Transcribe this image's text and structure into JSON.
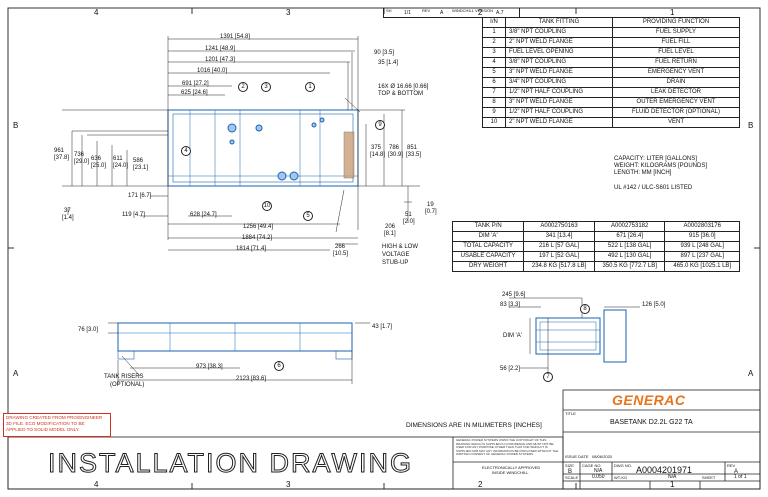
{
  "zones": {
    "top": [
      "4",
      "3",
      "2",
      "1"
    ],
    "bottom": [
      "4",
      "3",
      "2",
      "1"
    ],
    "left": [
      "B",
      "A"
    ],
    "right": [
      "B",
      "A"
    ]
  },
  "header": {
    "sh": "SH",
    "sh_val": "1/1",
    "rev": "REV",
    "rev_val": "A",
    "windchill": "WINDCHILL VERSION",
    "windchill_val": "A.7"
  },
  "bom": {
    "headers": [
      "I/N",
      "TANK FITTING",
      "PROVIDING FUNCTION"
    ],
    "rows": [
      [
        "1",
        "3/8\" NPT COUPLING",
        "FUEL SUPPLY"
      ],
      [
        "2",
        "2\" NPT WELD FLANGE",
        "FUEL FILL"
      ],
      [
        "3",
        "FUEL LEVEL OPENING",
        "FUEL LEVEL"
      ],
      [
        "4",
        "3/8\" NPT COUPLING",
        "FUEL RETURN"
      ],
      [
        "5",
        "3\" NPT WELD FLANGE",
        "EMERGENCY VENT"
      ],
      [
        "6",
        "3/4\" NPT COUPLING",
        "DRAIN"
      ],
      [
        "7",
        "1/2\" NPT HALF COUPLING",
        "LEAK DETECTOR"
      ],
      [
        "8",
        "3\" NPT WELD FLANGE",
        "OUTER EMERGENCY VENT"
      ],
      [
        "9",
        "1/2\" NPT HALF COUPLING",
        "FLUID DETECTOR (OPTIONAL)"
      ],
      [
        "10",
        "2\" NPT WELD FLANGE",
        "VENT"
      ]
    ]
  },
  "notes": {
    "capacity": "CAPACITY: LITER [GALLONS]",
    "weight": "WEIGHT: KILOGRAMS [POUNDS]",
    "length": "LENGTH: MM [INCH]",
    "ul": "UL #142 / ULC-S601 LISTED"
  },
  "part_table": {
    "header": [
      "TANK P/N",
      "A0002750163",
      "A0002753182",
      "A0002803176"
    ],
    "rows": [
      [
        "DIM 'A'",
        "341 [13.4]",
        "671 [26.4]",
        "915 [36.0]"
      ],
      [
        "TOTAL CAPACITY",
        "216 L [57 GAL]",
        "522 L [138 GAL]",
        "939 L [248 GAL]"
      ],
      [
        "USABLE CAPACITY",
        "197 L [52 GAL]",
        "492 L [130 GAL]",
        "897 L [237 GAL]"
      ],
      [
        "DRY WEIGHT",
        "234.8 KG [517.8 LB]",
        "350.5 KG [772.7 LB]",
        "465.0 KG [1025.1 LB]"
      ]
    ]
  },
  "dims": {
    "d1391": "1391 [54.8]",
    "d1241": "1241 [48.9]",
    "d1201": "1201 [47.3]",
    "d1016": "1016 [40.0]",
    "d691": "691 [27.2]",
    "d625": "625 [24.6]",
    "d90": "90 [3.5]",
    "d35": "35 [1.4]",
    "holes": "16X Ø 16.66 [0.66]",
    "holes2": "TOP & BOTTOM",
    "d961": "961",
    "d961b": "[37.8]",
    "d736": "736",
    "d736b": "[29.0]",
    "d636": "636",
    "d636b": "[25.0]",
    "d611": "611",
    "d611b": "[24.0]",
    "d586": "586",
    "d586b": "[23.1]",
    "d375": "375",
    "d375b": "[14.8]",
    "d786": "786",
    "d786b": "[30.9]",
    "d851": "851",
    "d851b": "[33.5]",
    "d171": "171 [6.7]",
    "d37": "37",
    "d37b": "[1.4]",
    "d119": "119 [4.7]",
    "d628": "628 [24.7]",
    "d1256": "1256 [49.4]",
    "d1884": "1884 [74.2]",
    "d1814": "1814 [71.4]",
    "d266": "266",
    "d266b": "[10.5]",
    "d51": "51",
    "d51b": "[2.0]",
    "d19": "19",
    "d19b": "[0.7]",
    "d206": "206",
    "d206b": "[8.1]",
    "stub1": "HIGH & LOW",
    "stub2": "VOLTAGE",
    "stub3": "STUB-UP",
    "d76": "76 [3.0]",
    "d43": "43 [1.7]",
    "d973": "973 [38.3]",
    "d2123": "2123 [83.6]",
    "risers1": "TANK RISERS",
    "risers2": "(OPTIONAL)",
    "d245": "245 [9.6]",
    "d83": "83 [3.3]",
    "d126": "126 [5.0]",
    "dimA": "DIM 'A'",
    "d56": "56 [2.2]"
  },
  "balloons": [
    "1",
    "2",
    "3",
    "4",
    "5",
    "6",
    "7",
    "8",
    "9",
    "10"
  ],
  "dims_note": "DIMENSIONS ARE IN MILIMETERS [INCHES]",
  "warning": [
    "DRAWING CREATED FROM PRO/ENGINEER",
    "3D FILE. ECO MODIFICATION TO BE",
    "APPLIED TO SOLID MODEL ONLY."
  ],
  "title_block": {
    "logo": "GENERAC",
    "title_label": "TITLE",
    "title": "BASETANK D2.2L G22 TA",
    "issue_label": "ISSUE DATE",
    "issue_date": "08/06/2020",
    "size_label": "SIZE",
    "size": "B",
    "cage_label": "CAGE NO.",
    "cage": "N/A",
    "dwg_label": "DWG NO.",
    "dwg": "A0004201971",
    "rev_label": "REV",
    "rev": "A",
    "scale_label": "SCALE",
    "scale": "0.050",
    "wt_label": "WT-KG",
    "wt": "N/A",
    "sheet_label": "SHEET",
    "sheet": "1 of 1",
    "approved1": "ELECTRONICALLY APPROVED",
    "approved2": "INSIDE WINDCHILL",
    "banner": "INSTALLATION DRAWING",
    "prop": "GENERAC POWER SYSTEMS OWNS THE COPYRIGHT OF THIS DRAWING WHICH IS SUPPLIED IN CONFIDENCE AND MUST NOT BE USED FOR ANY PURPOSE OTHER THAN THAT FOR WHICH IT IS SUPPLIED NOR MAY ANY INFORMATION BE DISCLOSED WITHOUT THE WRITTEN CONSENT OF GENERAC POWER SYSTEMS"
  }
}
